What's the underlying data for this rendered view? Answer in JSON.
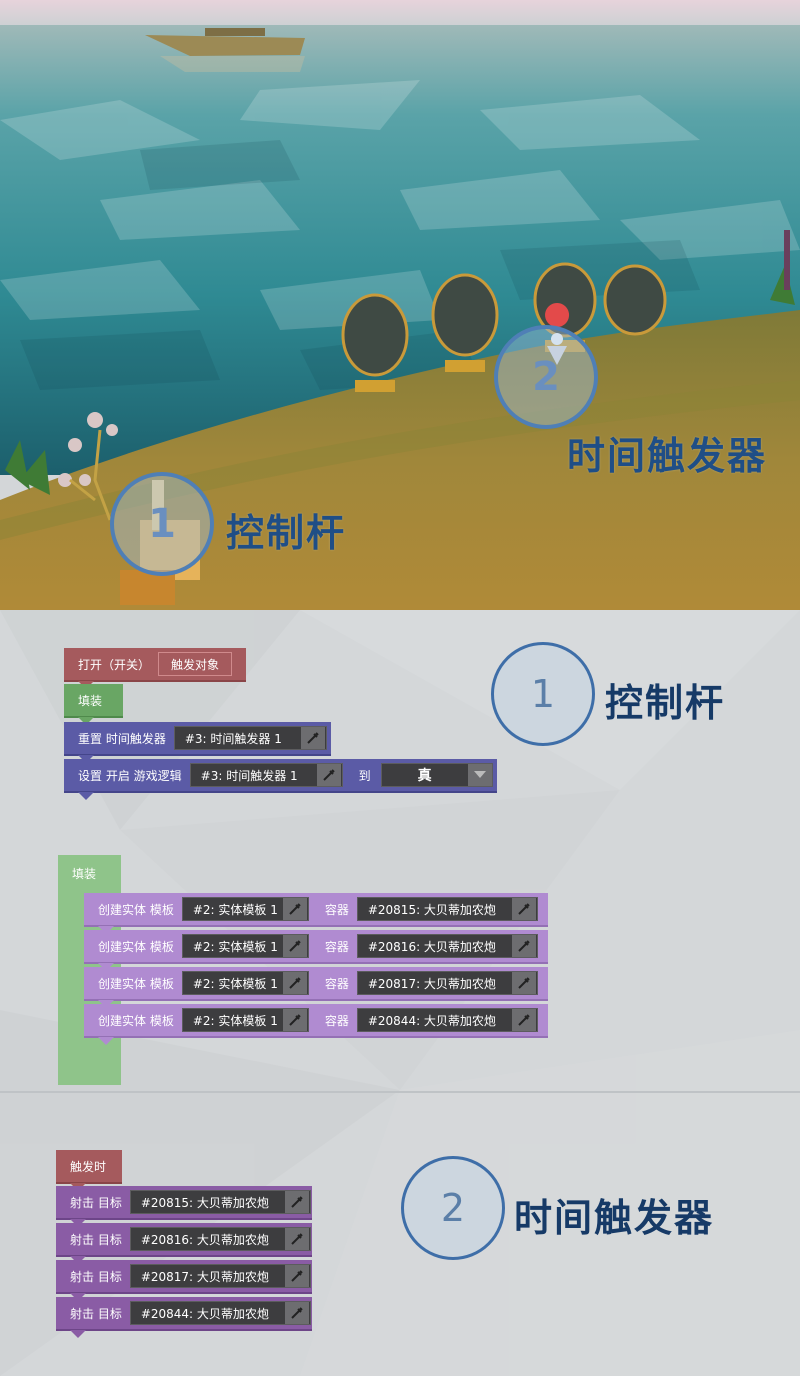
{
  "scene": {
    "marker1": "1",
    "marker2": "2",
    "label_lever": "控制杆",
    "label_timer": "时间触发器"
  },
  "section1": {
    "circle": "1",
    "title": "控制杆",
    "open_block": {
      "label": "打开（开关）",
      "inline": "触发对象"
    },
    "fill_label": "填装",
    "reset_block": {
      "label": "重置 时间触发器",
      "field": "#3: 时间触发器 1"
    },
    "set_block": {
      "label": "设置 开启 游戏逻辑",
      "field": "#3: 时间触发器 1",
      "to": "到",
      "value": "真"
    }
  },
  "section_fill": {
    "label": "填装",
    "rows": [
      {
        "label": "创建实体 模板",
        "template": "#2: 实体模板 1",
        "container_label": "容器",
        "container": "#20815: 大贝蒂加农炮"
      },
      {
        "label": "创建实体 模板",
        "template": "#2: 实体模板 1",
        "container_label": "容器",
        "container": "#20816: 大贝蒂加农炮"
      },
      {
        "label": "创建实体 模板",
        "template": "#2: 实体模板 1",
        "container_label": "容器",
        "container": "#20817: 大贝蒂加农炮"
      },
      {
        "label": "创建实体 模板",
        "template": "#2: 实体模板 1",
        "container_label": "容器",
        "container": "#20844: 大贝蒂加农炮"
      }
    ]
  },
  "section2": {
    "circle": "2",
    "title": "时间触发器",
    "trigger_label": "触发时",
    "rows": [
      {
        "label": "射击 目标",
        "target": "#20815: 大贝蒂加农炮"
      },
      {
        "label": "射击 目标",
        "target": "#20816: 大贝蒂加农炮"
      },
      {
        "label": "射击 目标",
        "target": "#20817: 大贝蒂加农炮"
      },
      {
        "label": "射击 目标",
        "target": "#20844: 大贝蒂加农炮"
      }
    ]
  },
  "colors": {
    "event_red": "#a55a5d",
    "fill_green": "#69a664",
    "action_blue": "#5b5ba6",
    "create_violet": "#b08bd1",
    "fire_purple": "#8a5ca5",
    "label_blue": "#1f4e86"
  }
}
